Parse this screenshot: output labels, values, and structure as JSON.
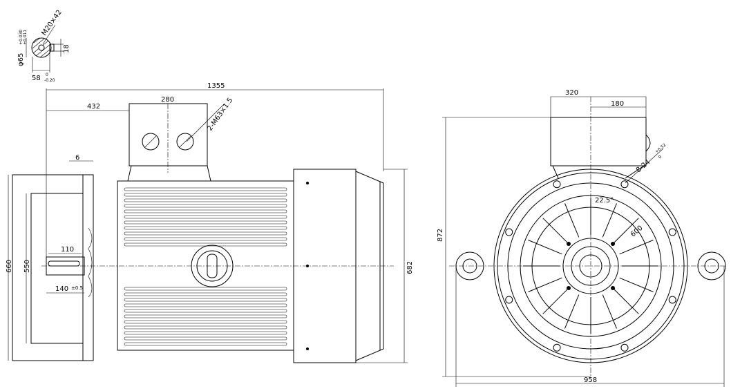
{
  "shaft_section": {
    "diameter": "φ65",
    "diameter_tol_upper": "+0.030",
    "diameter_tol_lower": "+0.011",
    "thread": "M20×42",
    "key_width": "18",
    "depth": "58",
    "depth_tol_upper": "0",
    "depth_tol_lower": "-0.20"
  },
  "side_view": {
    "overall_length": "1355",
    "box_offset": "432",
    "box_length": "280",
    "cable_entries": "2-M63×1.5",
    "flange_thickness": "6",
    "flange_size": "660",
    "spigot": "550",
    "key_length": "110",
    "shaft_length": "140",
    "shaft_length_tol": "±0.5",
    "fan_cover_height": "682"
  },
  "end_view": {
    "box_width": "320",
    "box_offset": "180",
    "holes": "8-24",
    "holes_tol_upper": "+0.52",
    "holes_tol_lower": "0",
    "angle": "22.5°",
    "pcd": "600",
    "overall_height": "872",
    "overall_width": "958"
  }
}
